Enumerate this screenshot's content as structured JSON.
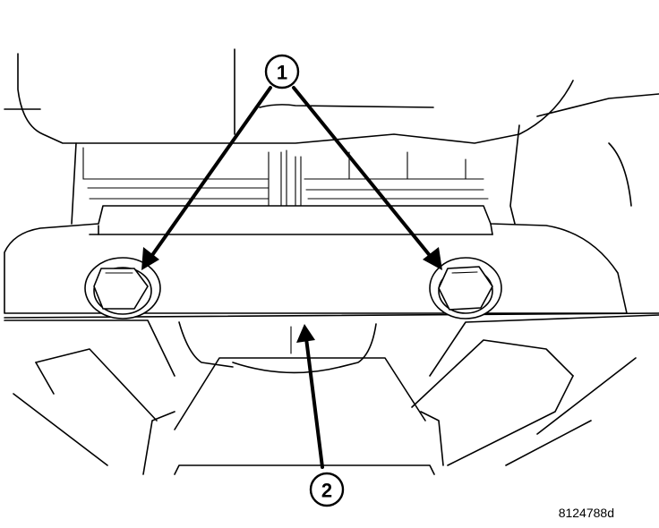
{
  "callouts": {
    "bolts": "1",
    "mount": "2"
  },
  "figure_id": "8124788d"
}
